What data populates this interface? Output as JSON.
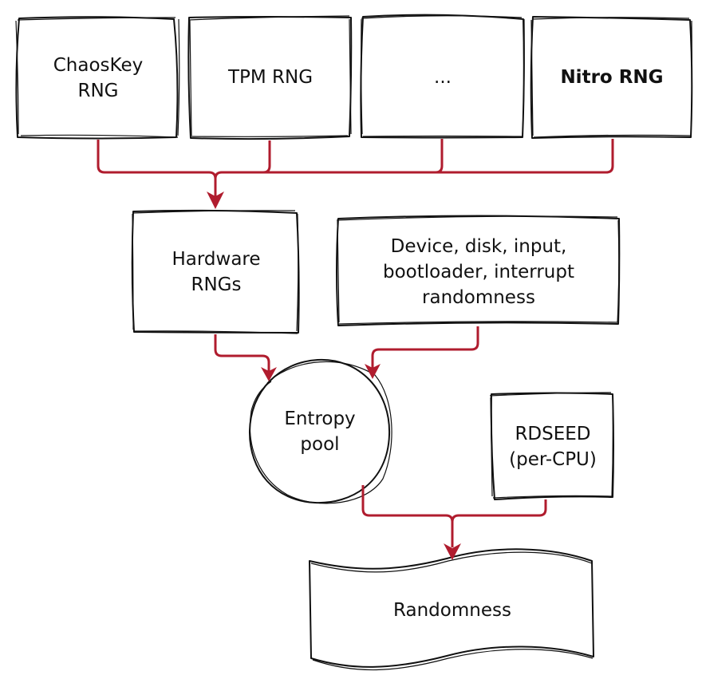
{
  "diagram": {
    "accent_color": "#b01c2e",
    "nodes": [
      {
        "id": "chaoskey",
        "label": "ChaosKey\nRNG",
        "shape": "rectangle"
      },
      {
        "id": "tpm",
        "label": "TPM RNG",
        "shape": "rectangle"
      },
      {
        "id": "ellipsis",
        "label": "...",
        "shape": "rectangle"
      },
      {
        "id": "nitro",
        "label": "Nitro RNG",
        "shape": "rectangle"
      },
      {
        "id": "hwrng",
        "label": "Hardware\nRNGs",
        "shape": "rectangle"
      },
      {
        "id": "device",
        "label": "Device, disk, input,\nbootloader, interrupt\nrandomness",
        "shape": "rectangle"
      },
      {
        "id": "pool",
        "label": "Entropy\npool",
        "shape": "circle"
      },
      {
        "id": "rdseed",
        "label": "RDSEED\n(per-CPU)",
        "shape": "rectangle"
      },
      {
        "id": "randomness",
        "label": "Randomness",
        "shape": "tape"
      }
    ],
    "edges": [
      {
        "from": "chaoskey",
        "to": "hwrng"
      },
      {
        "from": "tpm",
        "to": "hwrng"
      },
      {
        "from": "ellipsis",
        "to": "hwrng"
      },
      {
        "from": "nitro",
        "to": "hwrng"
      },
      {
        "from": "hwrng",
        "to": "pool"
      },
      {
        "from": "device",
        "to": "pool"
      },
      {
        "from": "pool",
        "to": "randomness"
      },
      {
        "from": "rdseed",
        "to": "randomness"
      }
    ]
  }
}
